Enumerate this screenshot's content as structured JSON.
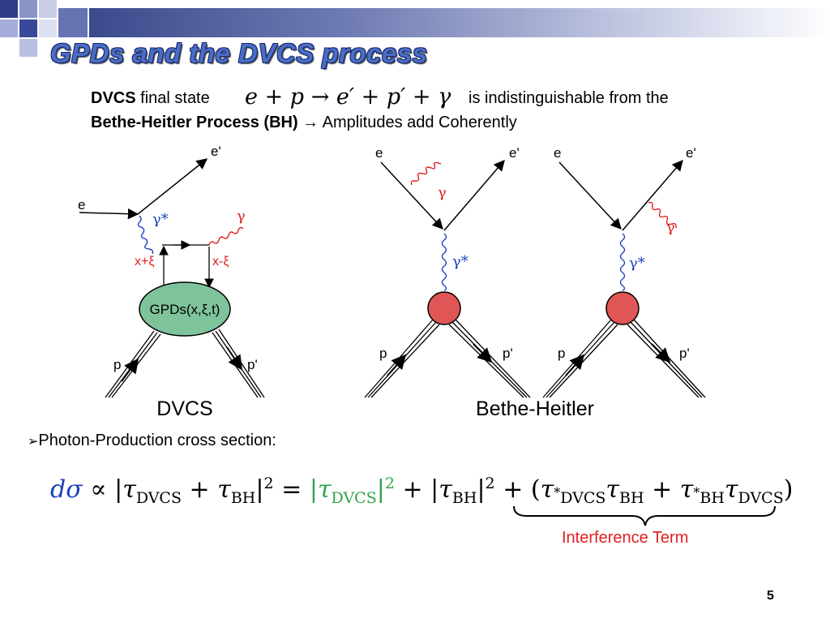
{
  "slide": {
    "title": "GPDs and the DVCS process",
    "page_number": "5"
  },
  "intro": {
    "line1_bold": "DVCS",
    "line1_text": " final state",
    "line1_tail": "is indistinguishable from the",
    "line2_bold": "Bethe-Heitler Process (BH)",
    "line2_text": " → Amplitudes add Coherently"
  },
  "final_state": {
    "lhs": [
      "e",
      "+",
      "p",
      "→"
    ],
    "rhs": [
      "e′",
      "+",
      "p′",
      "+",
      "γ"
    ]
  },
  "dvcs_diagram": {
    "e_in": "e",
    "e_out": "e'",
    "virtual_photon": "γ*",
    "real_photon": "γ",
    "left_parton": "x+ξ",
    "right_parton": "x-ξ",
    "blob": "GPDs(x,ξ,t)",
    "p_in": "p",
    "p_out": "p'",
    "caption": "DVCS"
  },
  "bh_diagram_1": {
    "e_in": "e",
    "e_out": "e'",
    "real_photon": "γ",
    "virtual_photon": "γ*",
    "p_in": "p",
    "p_out": "p'"
  },
  "bh_diagram_2": {
    "e_in": "e",
    "e_out": "e'",
    "real_photon": "γ",
    "virtual_photon": "γ*",
    "p_in": "p",
    "p_out": "p'"
  },
  "bh_caption": "Bethe-Heitler",
  "cross_section": {
    "bullet": "➢",
    "label": "Photon-Production cross section:",
    "d_sigma": "dσ",
    "propto": "∝",
    "tau": "τ",
    "sub_dvcs": "DVCS",
    "sub_bh": "BH",
    "plus": "+",
    "equals": "=",
    "bar": "|",
    "sq": "2",
    "star": "*",
    "lparen": "(",
    "rparen": ")",
    "interference_label": "Interference Term"
  },
  "colors": {
    "title": "#4a6ec6",
    "red": "#e02020",
    "green": "#2ea44a",
    "blue": "#1f3fbf",
    "blob": "#7fc39a",
    "vertex": "#e05555"
  }
}
